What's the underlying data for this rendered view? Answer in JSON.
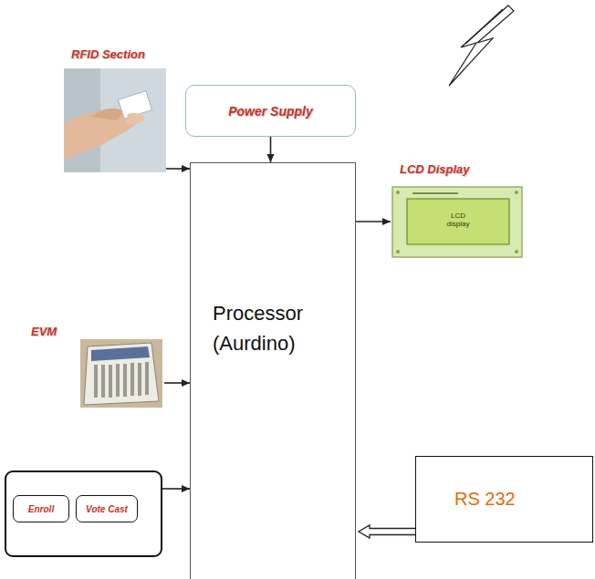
{
  "diagram": {
    "nodes": [
      {
        "text": [
          "Power Supply"
        ]
      },
      {
        "text": [
          "RFID Section"
        ]
      },
      {
        "text": [
          "LCD Display",
          "LCD display"
        ]
      },
      {
        "text": [
          "Processor (Aurdino)"
        ]
      },
      {
        "text": [
          "EVM"
        ]
      },
      {
        "text": []
      },
      {
        "text": [
          "Enroll"
        ],
        "in": 5
      },
      {
        "text": [
          "Vote Cast"
        ],
        "in": 5
      },
      {
        "text": [
          "RS 232"
        ]
      }
    ],
    "edges": [
      {
        "from": 0,
        "to": 3,
        "arrow": "to"
      },
      {
        "from": 1,
        "to": 3,
        "arrow": "to"
      },
      {
        "from": 3,
        "to": 2,
        "arrow": "to"
      },
      {
        "from": 4,
        "to": 3,
        "arrow": "to"
      },
      {
        "from": 5,
        "to": 3,
        "arrow": "to"
      },
      {
        "from": 8,
        "to": 3,
        "arrow": "to"
      }
    ]
  }
}
